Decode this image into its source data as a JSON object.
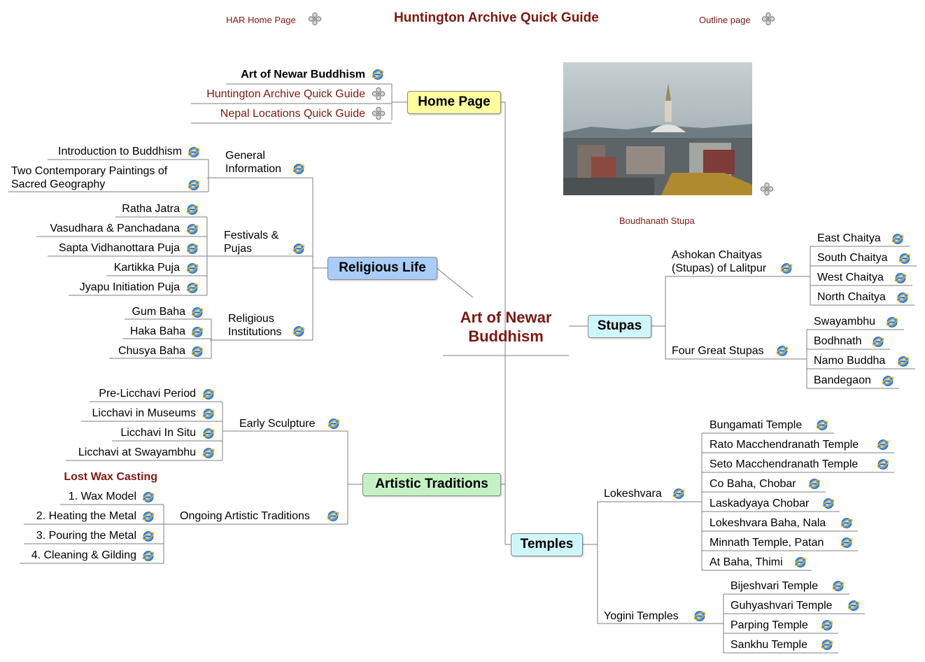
{
  "header": {
    "har_home_label": "HAR Home Page",
    "title": "Huntington Archive Quick Guide",
    "outline_label": "Outline page"
  },
  "center": {
    "line1": "Art of Newar",
    "line2": "Buddhism"
  },
  "photo": {
    "caption": "Boudhanath Stupa"
  },
  "home_page": {
    "label": "Home Page",
    "links": [
      "Art of Newar Buddhism",
      "Huntington Archive Quick Guide",
      "Nepal Locations Quick Guide"
    ]
  },
  "religious_life": {
    "label": "Religious Life",
    "general": {
      "label_line1": "General",
      "label_line2": "Information",
      "items": [
        "Introduction to Buddhism",
        "Two Contemporary Paintings of",
        "Sacred Geography"
      ]
    },
    "festivals": {
      "label_line1": "Festivals &",
      "label_line2": "Pujas",
      "items": [
        "Ratha Jatra",
        "Vasudhara & Panchadana",
        "Sapta Vidhanottara Puja",
        "Kartikka Puja",
        "Jyapu Initiation Puja"
      ]
    },
    "institutions": {
      "label_line1": "Religious",
      "label_line2": "Institutions",
      "items": [
        "Gum Baha",
        "Haka Baha",
        "Chusya Baha"
      ]
    }
  },
  "artistic": {
    "label": "Artistic Traditions",
    "early": {
      "label": "Early Sculpture",
      "items": [
        "Pre-Licchavi Period",
        "Licchavi in Museums",
        "Licchavi In Situ",
        "Licchavi at Swayambhu"
      ]
    },
    "ongoing": {
      "label": "Ongoing Artistic Traditions",
      "heading": "Lost Wax Casting",
      "items": [
        "1. Wax Model",
        "2. Heating the Metal",
        "3. Pouring the Metal",
        "4. Cleaning & Gilding"
      ]
    }
  },
  "stupas": {
    "label": "Stupas",
    "ashokan": {
      "label_line1": "Ashokan Chaityas",
      "label_line2": "(Stupas) of Lalitpur",
      "items": [
        "East Chaitya",
        "South Chaitya",
        "West Chaitya",
        "North Chaitya"
      ]
    },
    "great": {
      "label": "Four Great Stupas",
      "items": [
        "Swayambhu",
        "Bodhnath",
        "Namo Buddha",
        "Bandegaon"
      ]
    }
  },
  "temples": {
    "label": "Temples",
    "lokeshvara": {
      "label": "Lokeshvara",
      "items": [
        "Bungamati Temple",
        "Rato Macchendranath Temple",
        "Seto Macchendranath Temple",
        "Co Baha, Chobar",
        "Laskadyaya Chobar",
        "Lokeshvara Baha, Nala",
        "Minnath Temple, Patan",
        "At Baha, Thimi"
      ]
    },
    "yogini": {
      "label": "Yogini Temples",
      "items": [
        "Bijeshvari Temple",
        "Guhyashvari Temple",
        "Parping Temple",
        "Sankhu Temple"
      ]
    }
  },
  "colors": {
    "maroon": "#7a1a12",
    "home_fill": "#ffffa0",
    "religious_fill": "#a9cdf7",
    "artistic_fill": "#c5f2c5",
    "stupas_fill": "#cff7fb",
    "temples_fill": "#cff7fb"
  }
}
